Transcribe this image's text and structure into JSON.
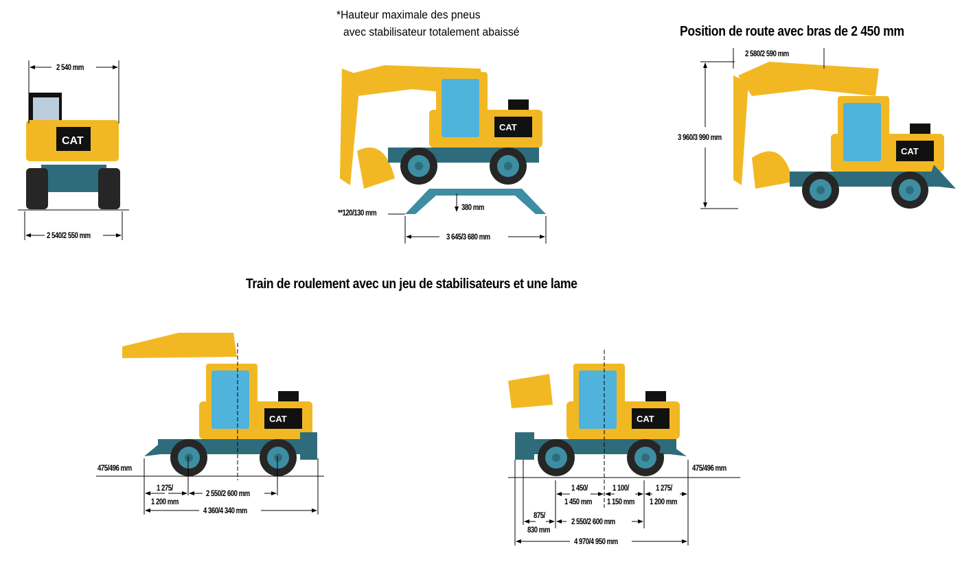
{
  "notes": {
    "tyre_note_line1": "*Hauteur maximale des pneus",
    "tyre_note_line2": "avec stabilisateur totalement abaissé"
  },
  "headings": {
    "road_position": "Position de route avec bras de 2 450 mm",
    "undercarriage": "Train de roulement avec un jeu de stabilisateurs et une lame"
  },
  "front_view": {
    "top_width": "2 540 mm",
    "track_width": "2 540/2 550 mm"
  },
  "outrigger_view": {
    "ground_clearance_tyre": "**120/130 mm",
    "axle_clearance": "380 mm",
    "outrigger_span": "3 645/3 680 mm"
  },
  "road_view": {
    "width": "2 580/2 590 mm",
    "height": "3 960/3 990 mm"
  },
  "blade_view_left": {
    "blade_height": "475/496 mm",
    "front_overhang_1": "1 275/",
    "front_overhang_2": "1 200 mm",
    "wheelbase": "2 550/2 600 mm",
    "total_length": "4 360/4 340 mm"
  },
  "blade_view_right": {
    "blade_height": "475/496 mm",
    "axle_to_center_1": "1 450/",
    "axle_to_center_2": "1 450 mm",
    "center_to_axle_1": "1 100/",
    "center_to_axle_2": "1 150 mm",
    "rear_overhang_1": "1 275/",
    "rear_overhang_2": "1 200 mm",
    "outrigger_overhang_1": "875/",
    "outrigger_overhang_2": "830 mm",
    "wheelbase": "2 550/2 600 mm",
    "total_length": "4 970/4 950 mm"
  },
  "brand": "CAT",
  "colors": {
    "yellow": "#f2b824",
    "teal": "#2e6c7c",
    "glass": "#4fb3dc",
    "tyre": "#262626"
  }
}
